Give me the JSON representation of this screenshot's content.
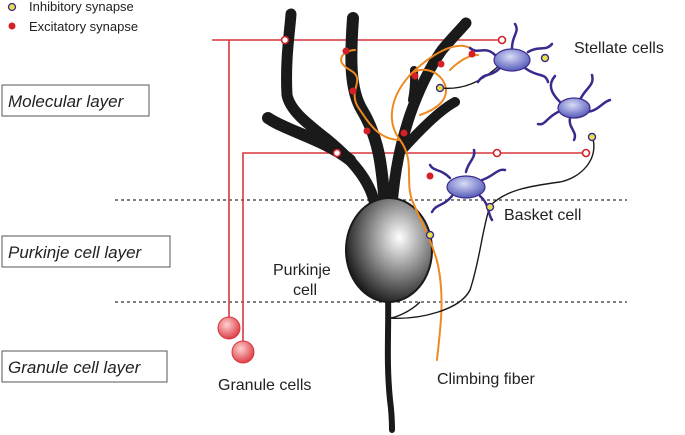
{
  "legend": {
    "inhibitory": "Inhibitory synapse",
    "excitatory": "Excitatory synapse"
  },
  "layers": {
    "molecular": "Molecular layer",
    "purkinje": "Purkinje cell layer",
    "granule": "Granule cell layer"
  },
  "cells": {
    "stellate": "Stellate cells",
    "basket": "Basket cell",
    "purkinje_line1": "Purkinje",
    "purkinje_line2": "cell",
    "granule": "Granule cells",
    "climbing": "Climbing fiber"
  },
  "colors": {
    "excitatory": "#d42027",
    "inhibitory": "#e8e04a",
    "climbing_fiber": "#f0891f",
    "parallel_fiber": "#d9363e",
    "neuron": "#1a1a1a",
    "interneuron": "#3a2a8c"
  }
}
